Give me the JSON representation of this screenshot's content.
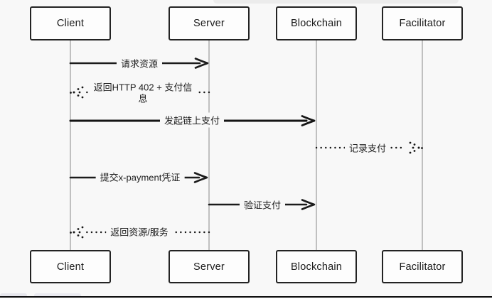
{
  "diagram": {
    "actors": [
      {
        "name": "Client"
      },
      {
        "name": "Server"
      },
      {
        "name": "Blockchain"
      },
      {
        "name": "Facilitator"
      }
    ],
    "messages": [
      {
        "label": "请求资源",
        "from": "Client",
        "to": "Server",
        "line": "solid"
      },
      {
        "label": "返回HTTP 402 + 支付信息",
        "from": "Server",
        "to": "Client",
        "line": "dotted"
      },
      {
        "label": "发起链上支付",
        "from": "Client",
        "to": "Blockchain",
        "line": "solid"
      },
      {
        "label": "记录支付",
        "from": "Blockchain",
        "to": "Facilitator",
        "line": "dotted"
      },
      {
        "label": "提交x-payment凭证",
        "from": "Client",
        "to": "Server",
        "line": "solid"
      },
      {
        "label": "验证支付",
        "from": "Server",
        "to": "Blockchain",
        "line": "solid"
      },
      {
        "label": "返回资源/服务",
        "from": "Server",
        "to": "Client",
        "line": "dotted"
      }
    ],
    "colors": {
      "background": "#f8f8f8",
      "box_border": "#232323",
      "box_fill": "#fdfdfd",
      "lifeline": "#9b9b9b",
      "arrow": "#1b1b1b"
    }
  }
}
